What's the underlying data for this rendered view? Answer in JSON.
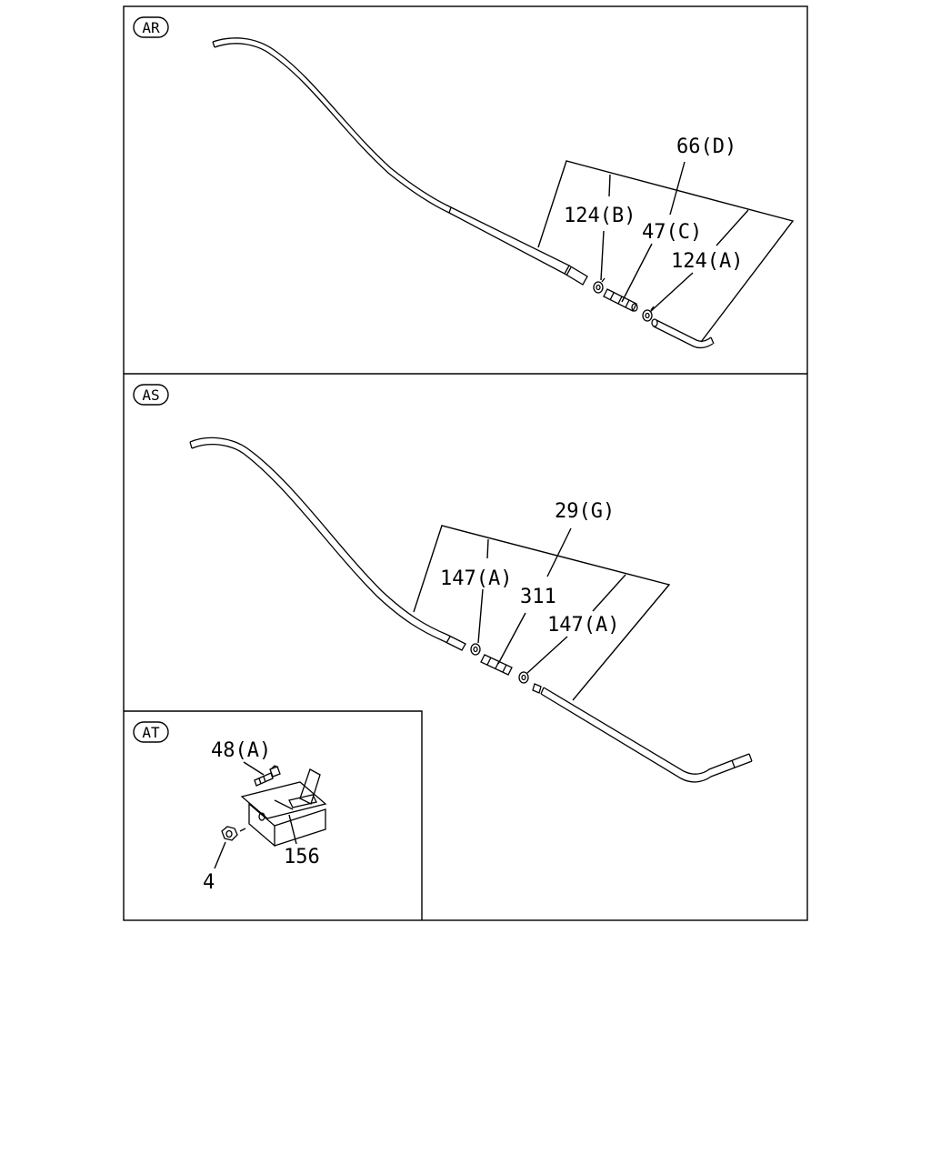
{
  "panels": {
    "ar": {
      "tag": "AR",
      "labels": {
        "l66d": "66(D)",
        "l124b": "124(B)",
        "l47c": "47(C)",
        "l124a": "124(A)"
      }
    },
    "as": {
      "tag": "AS",
      "labels": {
        "l29g": "29(G)",
        "l147a_1": "147(A)",
        "l311": "311",
        "l147a_2": "147(A)"
      }
    },
    "at": {
      "tag": "AT",
      "labels": {
        "l48a": "48(A)",
        "l156": "156",
        "l4": "4"
      }
    }
  },
  "colors": {
    "line": "#000000",
    "background": "#ffffff"
  }
}
